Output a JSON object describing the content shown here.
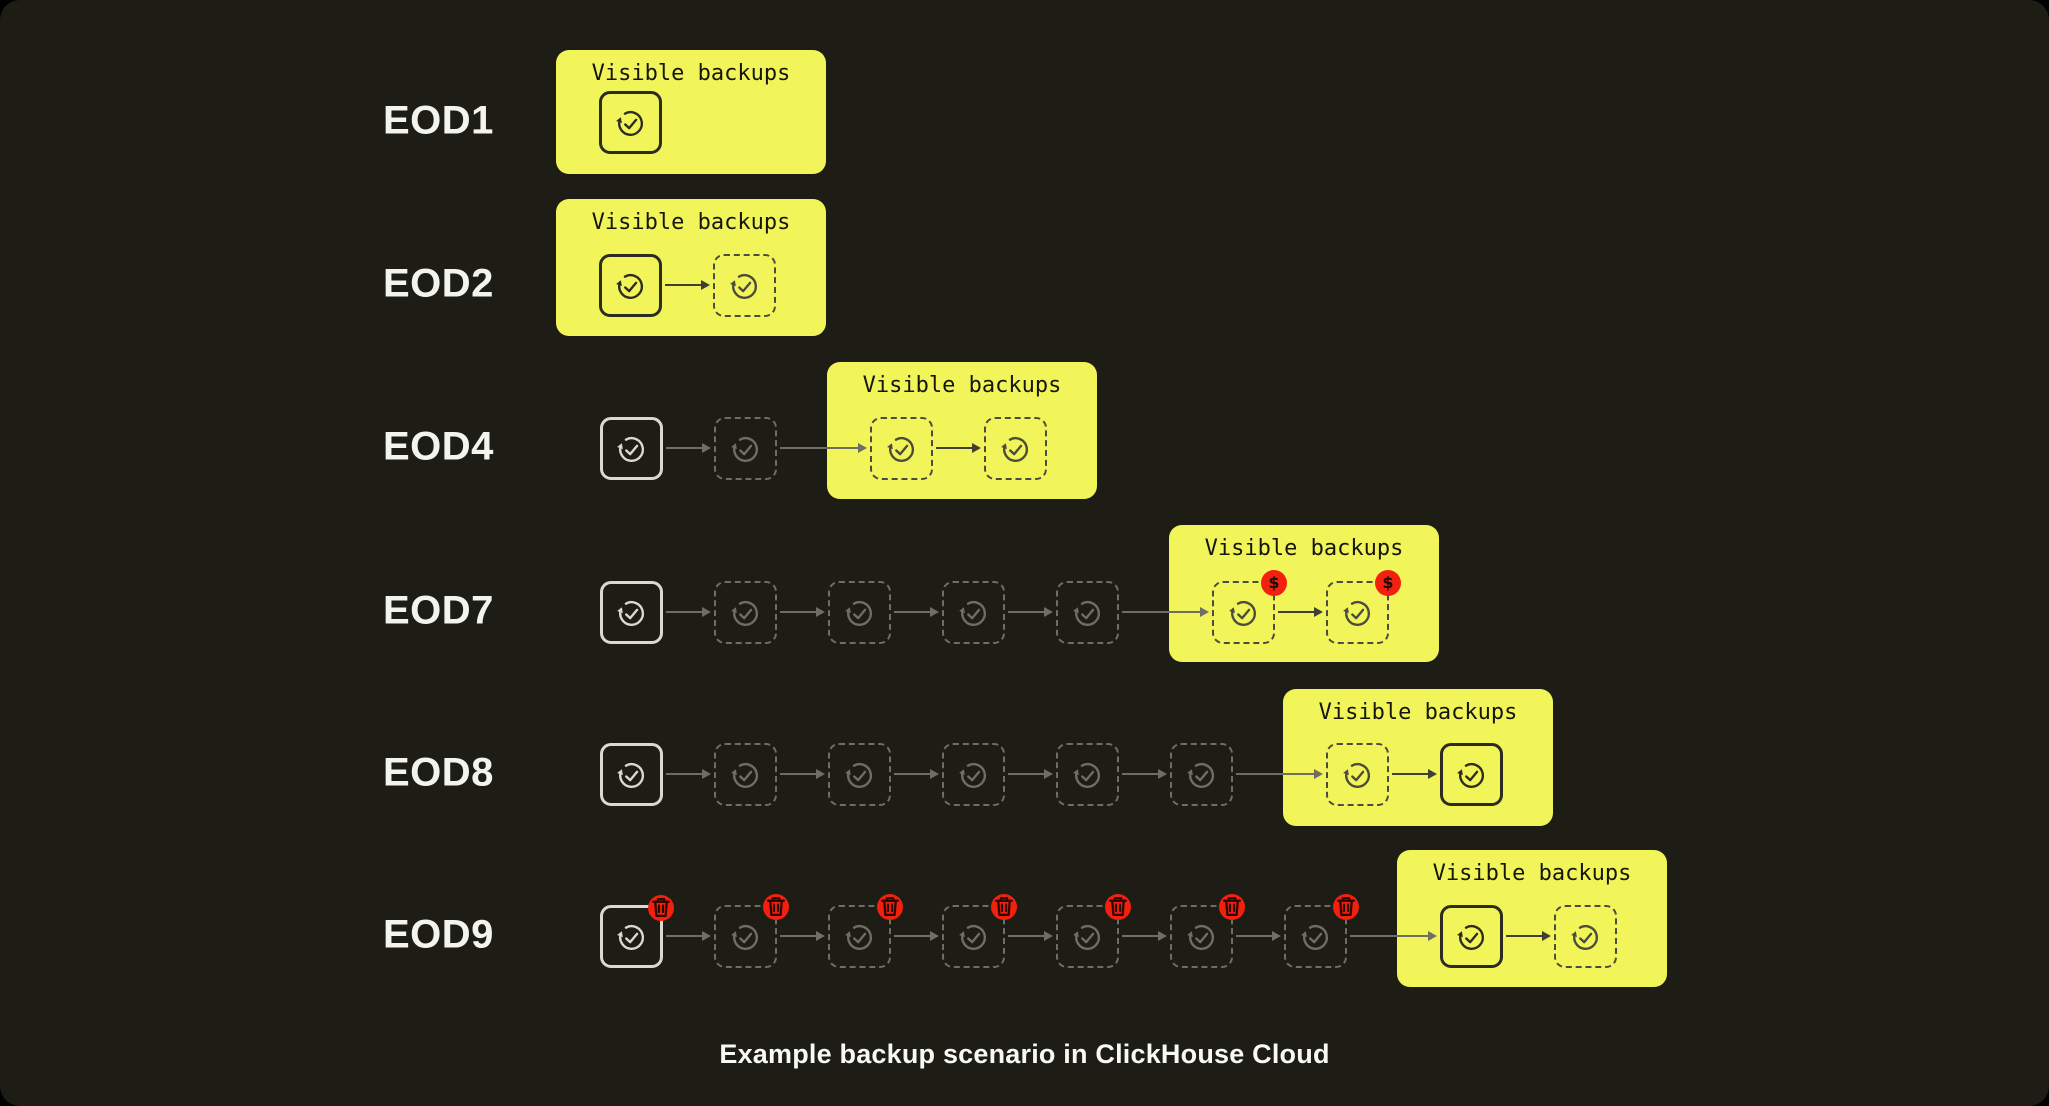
{
  "caption": "Example backup scenario in ClickHouse Cloud",
  "box_title": "Visible backups",
  "badge_dollar": "$",
  "colors": {
    "outer_background": "#000000",
    "background": "#1d1d16",
    "box_yellow": "#f2f559",
    "badge_red": "#f2200e",
    "label_text": "#f4f4ee",
    "box_title_text": "#16160f",
    "caption_text": "#f8f8f4",
    "stroke_bright": "#d9d9d1",
    "stroke_dim": "#6e6e64",
    "stroke_dark": "#2c2c21",
    "stroke_dark_dim": "#4b4b3e",
    "arrow_inside": "#3f3f33"
  },
  "rows": [
    {
      "label": "EOD1",
      "outside": [],
      "inside": [
        {
          "style": "solid"
        }
      ]
    },
    {
      "label": "EOD2",
      "outside": [],
      "inside": [
        {
          "style": "solid"
        },
        {
          "style": "dashed"
        }
      ]
    },
    {
      "label": "EOD4",
      "outside": [
        {
          "style": "solid"
        },
        {
          "style": "dashed"
        }
      ],
      "inside": [
        {
          "style": "dashed"
        },
        {
          "style": "dashed"
        }
      ]
    },
    {
      "label": "EOD7",
      "outside": [
        {
          "style": "solid"
        },
        {
          "style": "dashed"
        },
        {
          "style": "dashed"
        },
        {
          "style": "dashed"
        },
        {
          "style": "dashed"
        }
      ],
      "inside": [
        {
          "style": "dashed",
          "badge": "dollar"
        },
        {
          "style": "dashed",
          "badge": "dollar"
        }
      ]
    },
    {
      "label": "EOD8",
      "outside": [
        {
          "style": "solid"
        },
        {
          "style": "dashed"
        },
        {
          "style": "dashed"
        },
        {
          "style": "dashed"
        },
        {
          "style": "dashed"
        },
        {
          "style": "dashed"
        }
      ],
      "inside": [
        {
          "style": "dashed"
        },
        {
          "style": "solid"
        }
      ]
    },
    {
      "label": "EOD9",
      "outside": [
        {
          "style": "solid",
          "badge": "trash"
        },
        {
          "style": "dashed",
          "badge": "trash"
        },
        {
          "style": "dashed",
          "badge": "trash"
        },
        {
          "style": "dashed",
          "badge": "trash"
        },
        {
          "style": "dashed",
          "badge": "trash"
        },
        {
          "style": "dashed",
          "badge": "trash"
        },
        {
          "style": "dashed",
          "badge": "trash"
        }
      ],
      "inside": [
        {
          "style": "solid"
        },
        {
          "style": "dashed"
        }
      ]
    }
  ]
}
